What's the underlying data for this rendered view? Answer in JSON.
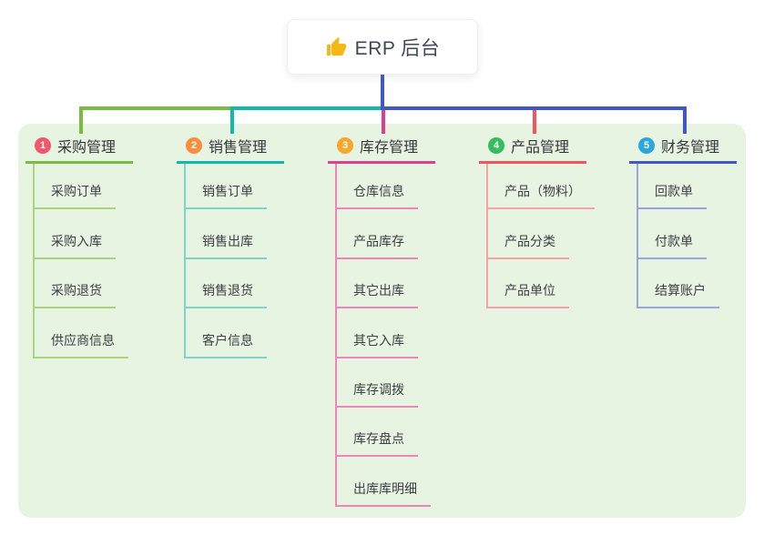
{
  "root": {
    "title": "ERP 后台",
    "icon": "thumbs-up-icon",
    "icon_color": "#f6b812"
  },
  "canvas": {
    "background": "#e7f4e1",
    "root_connector_color": "#4356c5"
  },
  "branches": [
    {
      "badge": "1",
      "label": "采购管理",
      "color": "#7cbb41",
      "tint": "#a9d47d",
      "badge_color": "#f1566a",
      "children": [
        "采购订单",
        "采购入库",
        "采购退货",
        "供应商信息"
      ]
    },
    {
      "badge": "2",
      "label": "销售管理",
      "color": "#13b8ab",
      "tint": "#7fd3c9",
      "badge_color": "#fb8e3e",
      "children": [
        "销售订单",
        "销售出库",
        "销售退货",
        "客户信息"
      ]
    },
    {
      "badge": "3",
      "label": "库存管理",
      "color": "#e03d8e",
      "tint": "#ee86bb",
      "badge_color": "#f9a72b",
      "children": [
        "仓库信息",
        "产品库存",
        "其它出库",
        "其它入库",
        "库存调拨",
        "库存盘点",
        "出库库明细"
      ]
    },
    {
      "badge": "4",
      "label": "产品管理",
      "color": "#f4545e",
      "tint": "#f7a2a4",
      "badge_color": "#36bd5d",
      "children": [
        "产品（物料）",
        "产品分类",
        "产品单位"
      ]
    },
    {
      "badge": "5",
      "label": "财务管理",
      "color": "#4356c5",
      "tint": "#97a6dd",
      "badge_color": "#2aa7dd",
      "children": [
        "回款单",
        "付款单",
        "结算账户"
      ]
    }
  ]
}
